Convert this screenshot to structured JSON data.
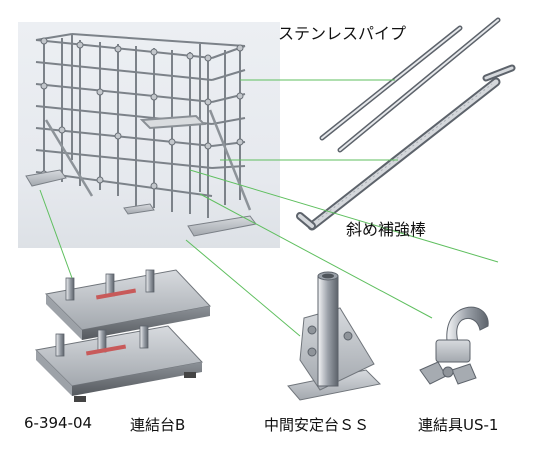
{
  "labels": {
    "stainless_pipe": "ステンレスパイプ",
    "diagonal_brace": "斜め補強棒",
    "catalog_number": "6-394-04",
    "connecting_base": "連結台B",
    "middle_stand": "中間安定台ＳＳ",
    "connector": "連結具US-1"
  },
  "colors": {
    "leader_line": "#5fbf5f",
    "steel": "#b8bcc2",
    "steel_dark": "#6e747c"
  }
}
